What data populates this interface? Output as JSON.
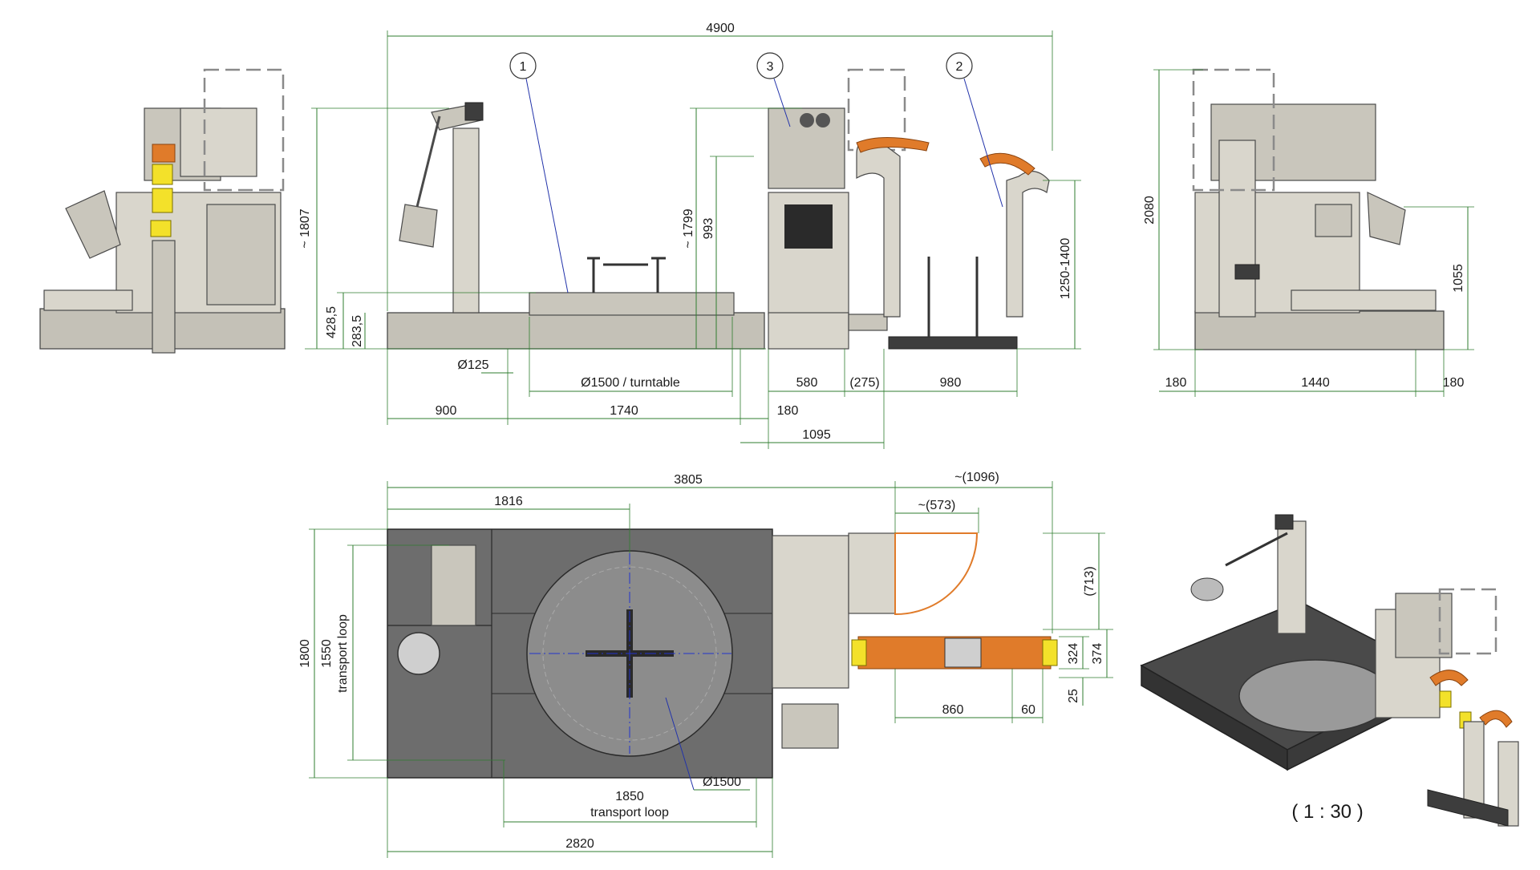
{
  "dimensions": {
    "overall_length": "4900",
    "height_left": "~ 1807",
    "height_unit": "~ 1799",
    "height_993": "993",
    "height_4285": "428,5",
    "height_2835": "283,5",
    "height_range": "1250-1400",
    "dia125": "Ø125",
    "turntable": "Ø1500 / turntable",
    "d900": "900",
    "d1740": "1740",
    "d580": "580",
    "d275": "(275)",
    "d980": "980",
    "d180a": "180",
    "d1095": "1095",
    "side_height": "2080",
    "side_1055": "1055",
    "side_180l": "180",
    "side_1440": "1440",
    "side_180r": "180",
    "top_3805": "3805",
    "top_1816": "1816",
    "top_1096": "~(1096)",
    "top_573": "~(573)",
    "top_713": "(713)",
    "top_324": "324",
    "top_374": "374",
    "top_25": "25",
    "top_860": "860",
    "top_60": "60",
    "top_1800": "1800",
    "top_1550": "1550",
    "top_transport_left": "transport loop",
    "top_1850": "1850",
    "top_transport_bottom": "transport loop",
    "top_dia1500": "Ø1500",
    "top_2820": "2820"
  },
  "callouts": [
    "1",
    "3",
    "2"
  ],
  "scale": "( 1 : 30 )",
  "colors": {
    "dimension": "#2f7d2f",
    "leader": "#2233aa",
    "orange": "#e07b2a",
    "yellow": "#f3e12a",
    "machine": "#d9d6cc",
    "plate": "#6d6d6d"
  }
}
